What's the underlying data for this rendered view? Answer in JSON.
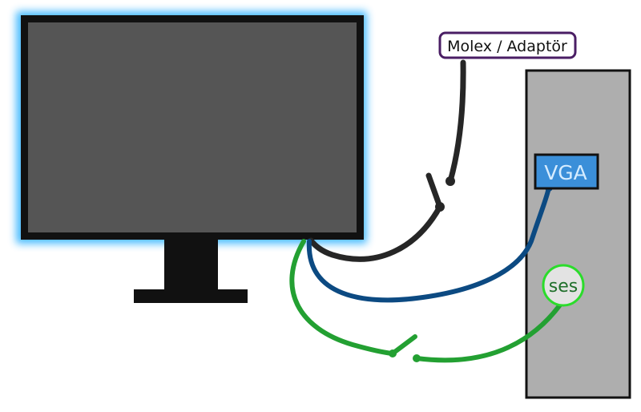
{
  "labels": {
    "power": "Molex / Adaptör",
    "video": "VGA",
    "audio": "ses"
  },
  "colors": {
    "monitor_frame": "#111111",
    "monitor_screen": "#555555",
    "monitor_glow": "#3fb8ff",
    "tower": "#aeaeae",
    "tower_border": "#111111",
    "power_cable": "#262626",
    "vga_cable": "#0c4a82",
    "audio_cable": "#23a032",
    "vga_port": "#3b8fd9",
    "vga_text": "#d6ecff",
    "audio_port": "#e3e3e3",
    "audio_port_border": "#2bdc2b",
    "audio_text": "#1f6f2a",
    "power_label_border": "#4a1e64"
  }
}
